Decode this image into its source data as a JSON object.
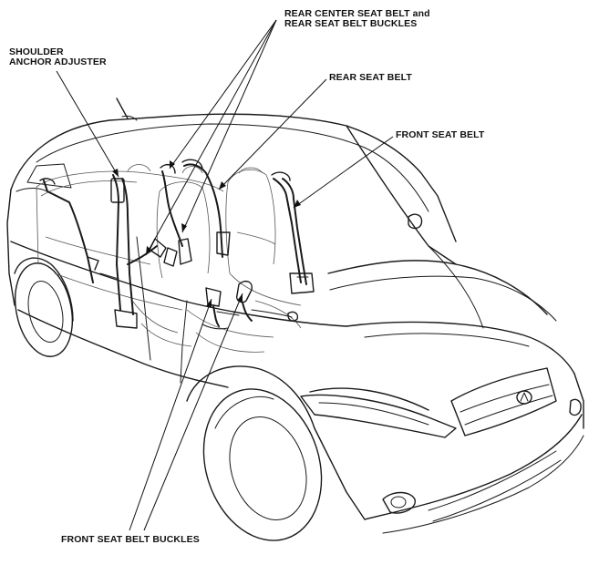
{
  "labels": {
    "rear_center_line1": "REAR CENTER SEAT BELT and",
    "rear_center_line2": "REAR SEAT BELT BUCKLES",
    "shoulder_line1": "SHOULDER",
    "shoulder_line2": "ANCHOR ADJUSTER",
    "rear_seat_belt": "REAR SEAT BELT",
    "front_seat_belt": "FRONT SEAT BELT",
    "front_seat_belt_buckles": "FRONT SEAT BELT BUCKLES"
  },
  "colors": {
    "line": "#1a1a1a",
    "background": "#ffffff"
  }
}
